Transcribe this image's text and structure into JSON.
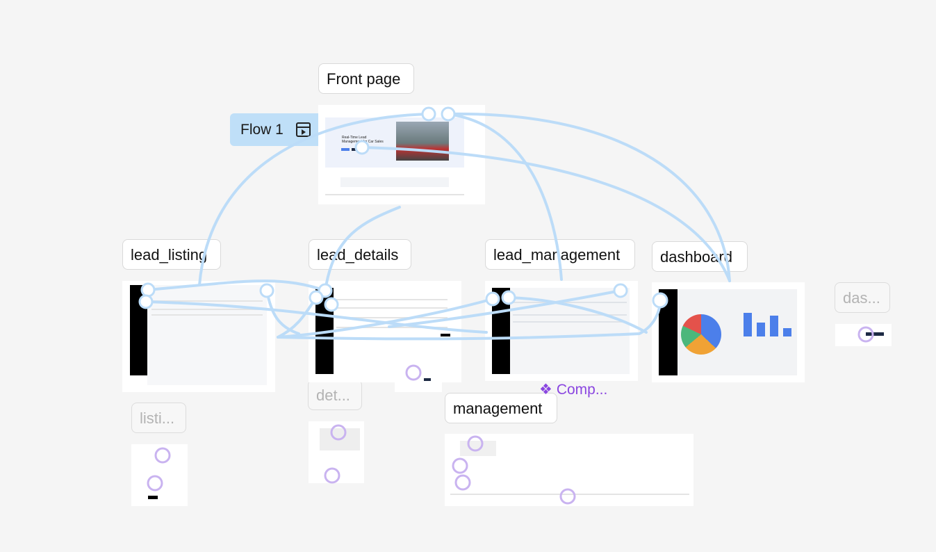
{
  "flow": {
    "label": "Flow 1",
    "icon": "play-window-icon"
  },
  "frames": {
    "front_page": {
      "label": "Front page",
      "hero_title": "Real-Time Lead Management for Car Sales"
    },
    "lead_listing": {
      "label": "lead_listing"
    },
    "lead_details": {
      "label": "lead_details"
    },
    "lead_management": {
      "label": "lead_management"
    },
    "dashboard": {
      "label": "dashboard"
    }
  },
  "components": {
    "listing": {
      "label": "listi..."
    },
    "details": {
      "label": "det..."
    },
    "management": {
      "label": "management"
    },
    "dashboard": {
      "label": "das..."
    },
    "section": {
      "label": "Comp...",
      "icon": "component-set-icon"
    }
  },
  "colors": {
    "connector": "#bcdcf8",
    "accent": "#4c7fea",
    "component": "#8a46e0"
  }
}
